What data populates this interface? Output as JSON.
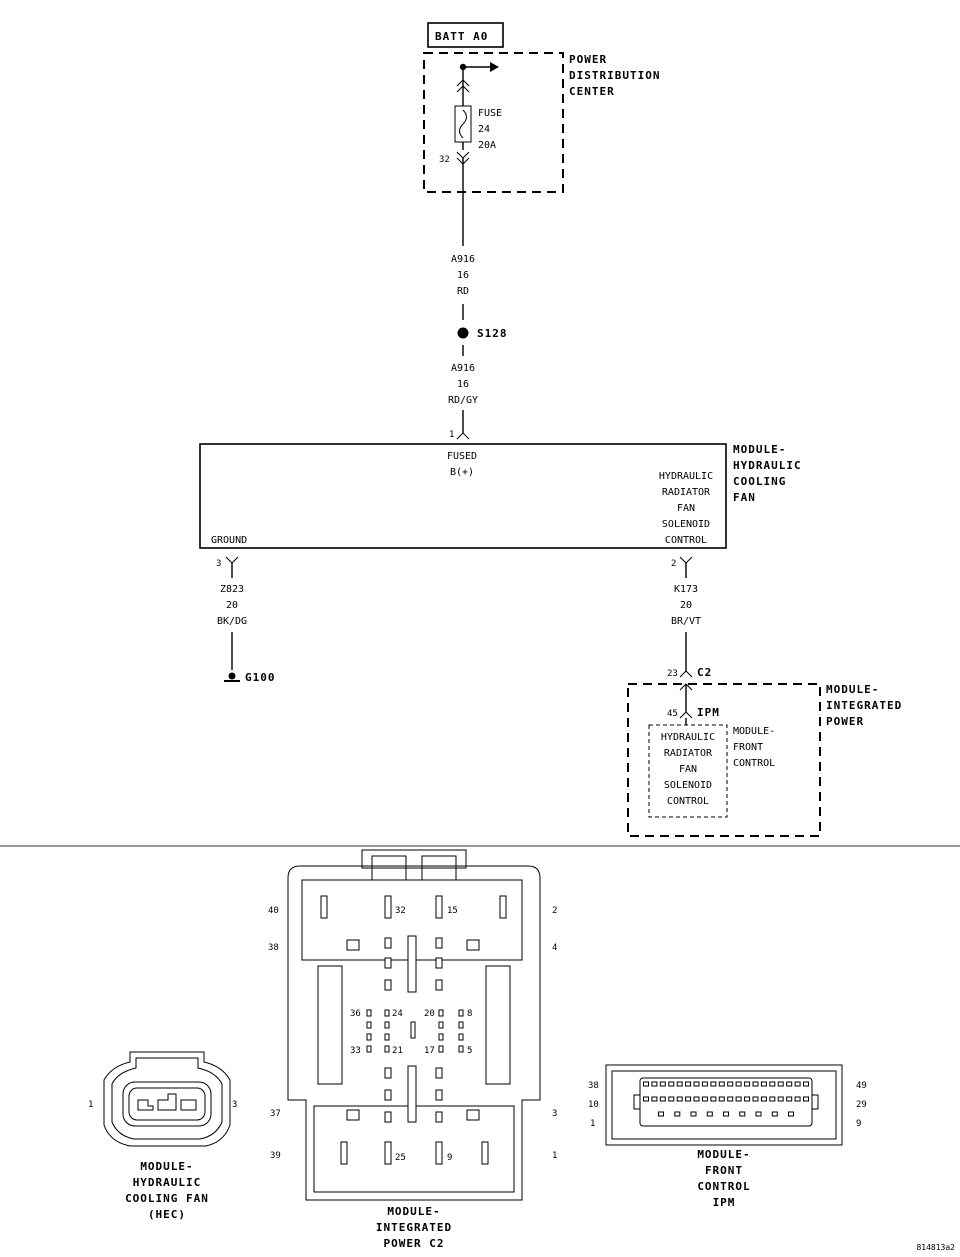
{
  "top": {
    "batt_label": "BATT A0",
    "pdc": {
      "title": [
        "POWER",
        "DISTRIBUTION",
        "CENTER"
      ],
      "fuse": [
        "FUSE",
        "24",
        "20A"
      ],
      "pin": "32"
    },
    "wire1": [
      "A916",
      "16",
      "RD"
    ],
    "splice": "S128",
    "wire2": [
      "A916",
      "16",
      "RD/GY"
    ],
    "module": {
      "title": [
        "MODULE-",
        "HYDRAULIC",
        "COOLING",
        "FAN"
      ],
      "pin_in": "1",
      "fused": [
        "FUSED",
        "B(+)"
      ],
      "right": [
        "HYDRAULIC",
        "RADIATOR",
        "FAN",
        "SOLENOID",
        "CONTROL"
      ],
      "ground": "GROUND",
      "pin_gnd": "3",
      "pin_ctrl": "2"
    },
    "wire3": [
      "Z823",
      "20",
      "BK/DG"
    ],
    "ground_label": "G100",
    "wire4": [
      "K173",
      "20",
      "BR/VT"
    ],
    "c2": {
      "pin": "23",
      "label": "C2"
    },
    "ipm": {
      "pin": "45",
      "label": "IPM"
    },
    "ipm_module": {
      "title": [
        "MODULE-",
        "INTEGRATED",
        "POWER"
      ],
      "inner": [
        "HYDRAULIC",
        "RADIATOR",
        "FAN",
        "SOLENOID",
        "CONTROL"
      ],
      "fcm": [
        "MODULE-",
        "FRONT",
        "CONTROL"
      ]
    }
  },
  "bottom": {
    "hcf": {
      "pin_left": "1",
      "pin_right": "3",
      "caption": [
        "MODULE-",
        "HYDRAULIC",
        "COOLING FAN",
        "(HEC)"
      ]
    },
    "ipm_c2": {
      "pins_left": [
        "40",
        "38",
        "37",
        "39"
      ],
      "pins_right": [
        "2",
        "4",
        "3",
        "1"
      ],
      "pins_inner": [
        "32",
        "15",
        "36",
        "24",
        "20",
        "8",
        "33",
        "21",
        "17",
        "5",
        "25",
        "9"
      ],
      "caption": [
        "MODULE-",
        "INTEGRATED",
        "POWER C2"
      ]
    },
    "fcm_ipm": {
      "pins_left": [
        "38",
        "10",
        "1"
      ],
      "pins_right": [
        "49",
        "29",
        "9"
      ],
      "caption": [
        "MODULE-",
        "FRONT",
        "CONTROL",
        "IPM"
      ]
    },
    "figure_id": "814813a2"
  }
}
